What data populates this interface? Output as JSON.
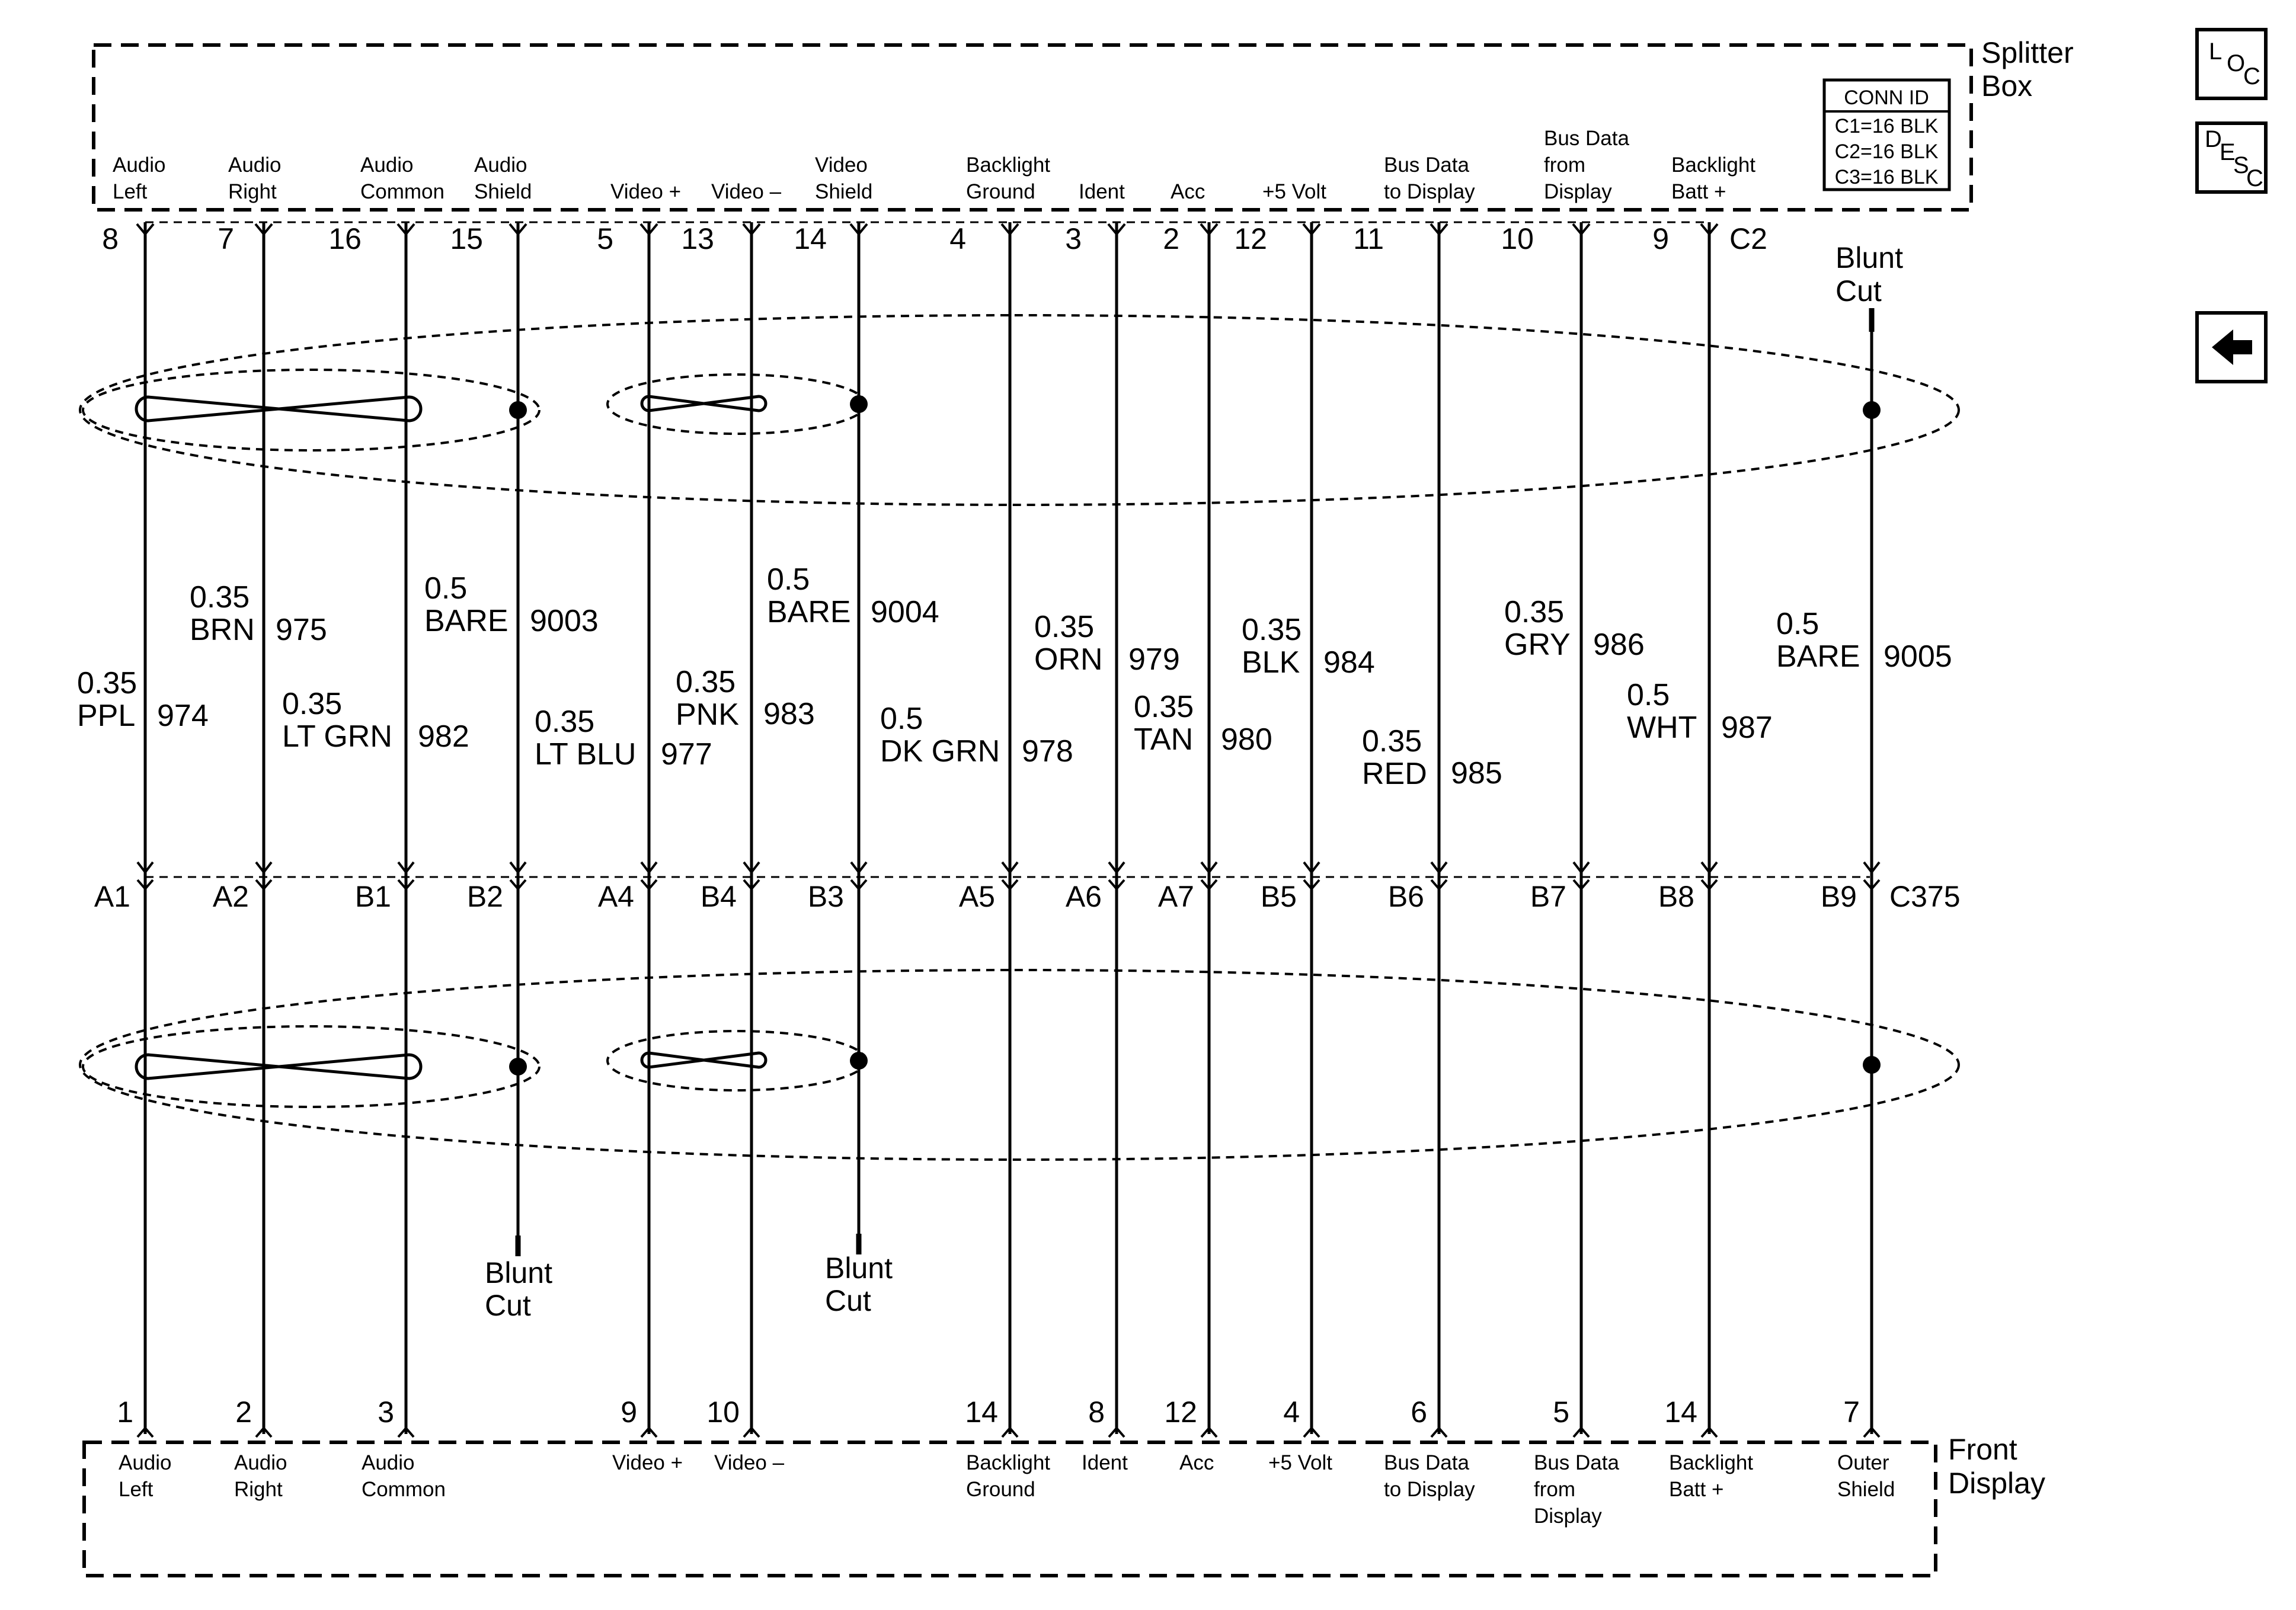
{
  "splitter_box": {
    "name_lines": [
      "Splitter",
      "Box"
    ],
    "connector": "C2",
    "conn_id": {
      "title": "CONN ID",
      "lines": [
        "C1=16 BLK",
        "C2=16 BLK",
        "C3=16 BLK"
      ]
    }
  },
  "inline_connector": "C375",
  "front_display": {
    "name_lines": [
      "Front",
      "Display"
    ]
  },
  "nav": {
    "loc": [
      "L",
      "O",
      "C"
    ],
    "desc": [
      "D",
      "E",
      "S",
      "C"
    ],
    "back_icon": "left-arrow-icon"
  },
  "circuits": [
    {
      "key": "c974",
      "top_label": [
        "Audio",
        "Left"
      ],
      "top_pin": "8",
      "gauge": "0.35",
      "color": "PPL",
      "circuit": "974",
      "inline_pin": "A1",
      "bottom_pin": "1",
      "bottom_label": [
        "Audio",
        "Left"
      ]
    },
    {
      "key": "c975",
      "top_label": [
        "Audio",
        "Right"
      ],
      "top_pin": "7",
      "gauge": "0.35",
      "color": "BRN",
      "circuit": "975",
      "inline_pin": "A2",
      "bottom_pin": "2",
      "bottom_label": [
        "Audio",
        "Right"
      ]
    },
    {
      "key": "c982",
      "top_label": [
        "Audio",
        "Common"
      ],
      "top_pin": "16",
      "gauge": "0.35",
      "color": "LT GRN",
      "circuit": "982",
      "inline_pin": "B1",
      "bottom_pin": "3",
      "bottom_label": [
        "Audio",
        "Common"
      ]
    },
    {
      "key": "c9003",
      "top_label": [
        "Audio",
        "Shield"
      ],
      "top_pin": "15",
      "gauge": "0.5",
      "color": "BARE",
      "circuit": "9003",
      "inline_pin": "B2",
      "bottom_pin": "",
      "bottom_label": []
    },
    {
      "key": "c977",
      "top_label": [
        "Video +"
      ],
      "top_pin": "5",
      "gauge": "0.35",
      "color": "LT BLU",
      "circuit": "977",
      "inline_pin": "A4",
      "bottom_pin": "9",
      "bottom_label": [
        "Video +"
      ]
    },
    {
      "key": "c983",
      "top_label": [
        "Video –"
      ],
      "top_pin": "13",
      "gauge": "0.35",
      "color": "PNK",
      "circuit": "983",
      "inline_pin": "B4",
      "bottom_pin": "10",
      "bottom_label": [
        "Video –"
      ]
    },
    {
      "key": "c9004",
      "top_label": [
        "Video",
        "Shield"
      ],
      "top_pin": "14",
      "gauge": "0.5",
      "color": "BARE",
      "circuit": "9004",
      "inline_pin": "B3",
      "bottom_pin": "",
      "bottom_label": []
    },
    {
      "key": "c978",
      "top_label": [
        "Backlight",
        "Ground"
      ],
      "top_pin": "4",
      "gauge": "0.5",
      "color": "DK GRN",
      "circuit": "978",
      "inline_pin": "A5",
      "bottom_pin": "14",
      "bottom_label": [
        "Backlight",
        "Ground"
      ]
    },
    {
      "key": "c979",
      "top_label": [
        "Ident"
      ],
      "top_pin": "3",
      "gauge": "0.35",
      "color": "ORN",
      "circuit": "979",
      "inline_pin": "A6",
      "bottom_pin": "8",
      "bottom_label": [
        "Ident"
      ]
    },
    {
      "key": "c980",
      "top_label": [
        "Acc"
      ],
      "top_pin": "2",
      "gauge": "0.35",
      "color": "TAN",
      "circuit": "980",
      "inline_pin": "A7",
      "bottom_pin": "12",
      "bottom_label": [
        "Acc"
      ]
    },
    {
      "key": "c984",
      "top_label": [
        "+5 Volt"
      ],
      "top_pin": "12",
      "gauge": "0.35",
      "color": "BLK",
      "circuit": "984",
      "inline_pin": "B5",
      "bottom_pin": "4",
      "bottom_label": [
        "+5 Volt"
      ]
    },
    {
      "key": "c985",
      "top_label": [
        "Bus Data",
        "to Display"
      ],
      "top_pin": "11",
      "gauge": "0.35",
      "color": "RED",
      "circuit": "985",
      "inline_pin": "B6",
      "bottom_pin": "6",
      "bottom_label": [
        "Bus Data",
        "to Display"
      ]
    },
    {
      "key": "c986",
      "top_label": [
        "Bus Data",
        "from",
        "Display"
      ],
      "top_pin": "10",
      "gauge": "0.35",
      "color": "GRY",
      "circuit": "986",
      "inline_pin": "B7",
      "bottom_pin": "5",
      "bottom_label": [
        "Bus Data",
        "from",
        "Display"
      ]
    },
    {
      "key": "c987",
      "top_label": [
        "Backlight",
        "Batt +"
      ],
      "top_pin": "9",
      "gauge": "0.5",
      "color": "WHT",
      "circuit": "987",
      "inline_pin": "B8",
      "bottom_pin": "14",
      "bottom_label": [
        "Backlight",
        "Batt +"
      ]
    },
    {
      "key": "c9005",
      "top_label": [],
      "top_pin": "",
      "gauge": "0.5",
      "color": "BARE",
      "circuit": "9005",
      "inline_pin": "B9",
      "bottom_pin": "7",
      "bottom_label": [
        "Outer",
        "Shield"
      ]
    }
  ],
  "blunt_cut": [
    "Blunt",
    "Cut"
  ]
}
